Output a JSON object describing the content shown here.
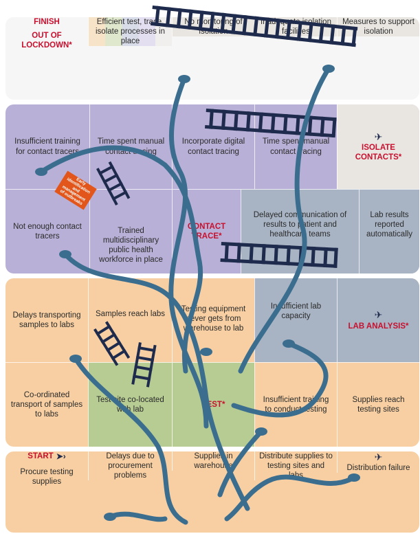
{
  "colors": {
    "white_row": "#f6f6f6",
    "grey": "#e9e6e2",
    "purple": "#b8b0d6",
    "slate": "#a8b4c4",
    "orange": "#f7cfa2",
    "green": "#b7cc93",
    "snake": "#3b6d8f",
    "ladder": "#1f2b4d",
    "accent": "#c8102e",
    "tag": "#e2561b"
  },
  "rows": [
    {
      "cells": [
        {
          "key": "finish",
          "title": "FINISH",
          "subtitle": "OUT OF LOCKDOWN*",
          "text": ""
        },
        {
          "key": "efficient",
          "text": "Efficient test, trace, isolate processes in place"
        },
        {
          "key": "no-monitoring",
          "text": "No monitoring of isolation"
        },
        {
          "key": "inadequate-isolation",
          "text": "Inadequate isolation facilities"
        },
        {
          "key": "measures",
          "text": "Measures to support isolation"
        }
      ]
    },
    {
      "cells": [
        {
          "key": "insufficient-training-tracers",
          "text": "Insufficient training for contact tracers"
        },
        {
          "key": "time-spent-1",
          "text": "Time spent manual contact tracing"
        },
        {
          "key": "incorporate-digital",
          "text": "Incorporate digital contact tracing"
        },
        {
          "key": "time-spent-2",
          "text": "Time spent manual contact tracing"
        },
        {
          "key": "isolate-contacts",
          "title": "ISOLATE CONTACTS*",
          "text": ""
        }
      ]
    },
    {
      "cells": [
        {
          "key": "not-enough-tracers",
          "text": "Not enough contact tracers"
        },
        {
          "key": "trained-workforce",
          "text": "Trained multidisciplinary public health workforce in place"
        },
        {
          "key": "contact-trace",
          "title": "CONTACT TRACE*",
          "text": ""
        },
        {
          "key": "delayed-communication",
          "text": "Delayed communication of results to patient and healthcare teams"
        },
        {
          "key": "lab-results",
          "text": "Lab results reported automatically"
        }
      ]
    },
    {
      "cells": [
        {
          "key": "delays-transporting",
          "text": "Delays transporting samples to labs"
        },
        {
          "key": "samples-reach",
          "text": "Samples reach labs"
        },
        {
          "key": "testing-equipment",
          "text": "Testing equipment never gets from warehouse to lab"
        },
        {
          "key": "insufficient-lab",
          "text": "Insufficient lab capacity"
        },
        {
          "key": "lab-analysis",
          "title": "LAB ANALYSIS*",
          "text": ""
        }
      ]
    },
    {
      "cells": [
        {
          "key": "coordinated-transport",
          "text": "Co-ordinated transport of samples to labs"
        },
        {
          "key": "test-site",
          "text": "Test site co-located with lab"
        },
        {
          "key": "test",
          "title": "TEST*",
          "text": ""
        },
        {
          "key": "insufficient-training-testing",
          "text": "Insufficient training to conduct testing"
        },
        {
          "key": "supplies-reach",
          "text": "Supplies reach testing sites"
        }
      ]
    },
    {
      "cells": [
        {
          "key": "start",
          "title": "START",
          "text": "Procure testing supplies"
        },
        {
          "key": "delays-procurement",
          "text": "Delays due to procurement problems"
        },
        {
          "key": "supplies-warehouse",
          "text": "Supplies in warehouse"
        },
        {
          "key": "distribute-supplies",
          "text": "Distribute supplies to testing sites and labs"
        },
        {
          "key": "distribution-failure",
          "text": "Distribution failure"
        }
      ]
    }
  ],
  "tag": {
    "text": "Early identification and management of outbreaks"
  },
  "icons": {
    "start_arrow": "double-arrow-icon",
    "finish": "flag-icon",
    "pin": "pin-icon"
  }
}
